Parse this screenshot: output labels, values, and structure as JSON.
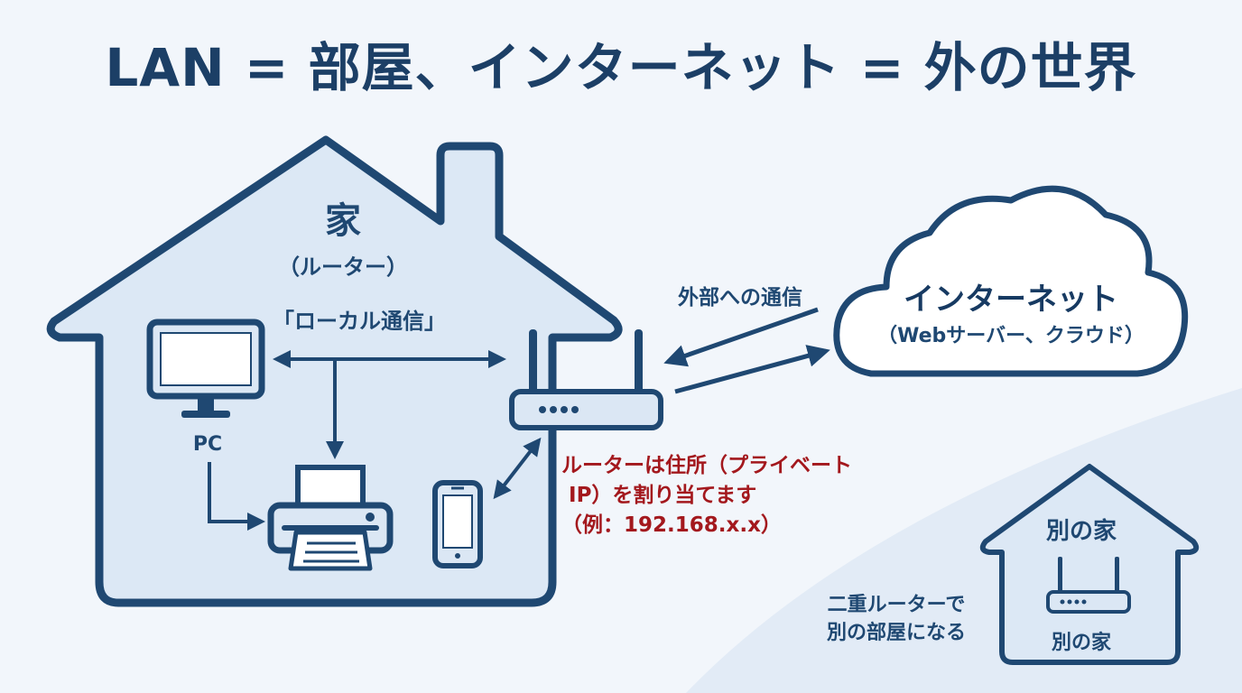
{
  "title": "LAN = 部屋、インターネット = 外の世界",
  "home": {
    "title": "家",
    "subtitle": "（ルーター）",
    "local_label": "「ローカル通信」",
    "pc_label": "PC"
  },
  "external_label": "外部への通信",
  "internet": {
    "title": "インターネット",
    "subtitle": "（Webサーバー、クラウド）"
  },
  "router_note": [
    "ルーターは住所（プライベート",
    " IP）を割り当てます",
    "（例：192.168.x.x）"
  ],
  "other_house": {
    "title": "別の家",
    "subtitle": "別の家"
  },
  "double_router_note": [
    "二重ルーターで",
    "別の部屋になる"
  ],
  "colors": {
    "line": "#1f4872",
    "house_fill": "#dce8f5",
    "note_red": "#a3181d",
    "background": "#f2f6fb"
  },
  "icons": [
    "monitor-icon",
    "printer-icon",
    "smartphone-icon",
    "router-icon",
    "cloud-icon",
    "house-icon"
  ]
}
